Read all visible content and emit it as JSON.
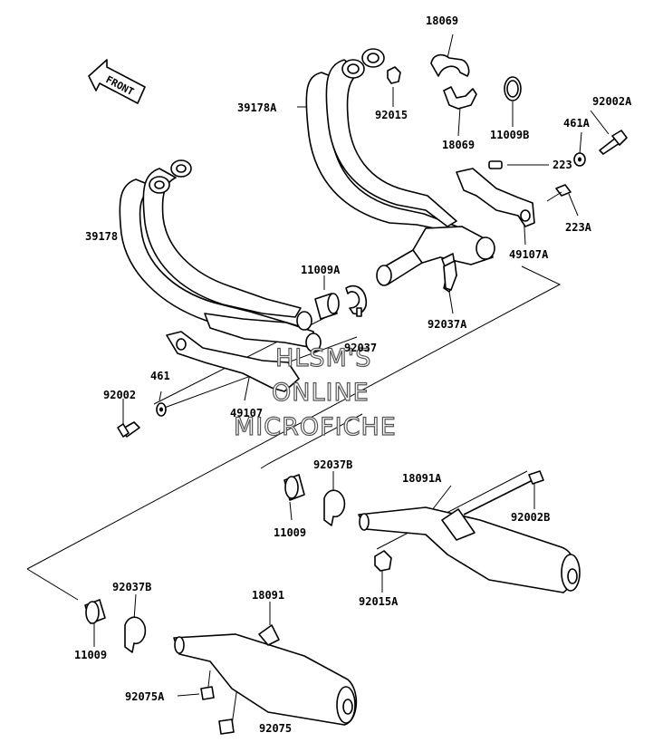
{
  "direction_label": "FRONT",
  "watermark": [
    "HLSM'S",
    "ONLINE",
    "MICROFICHE"
  ],
  "callouts": [
    {
      "id": "p18069a",
      "text": "18069"
    },
    {
      "id": "p18069b",
      "text": "18069"
    },
    {
      "id": "p39178A",
      "text": "39178A"
    },
    {
      "id": "p92015",
      "text": "92015"
    },
    {
      "id": "p11009B",
      "text": "11009B"
    },
    {
      "id": "p92002A",
      "text": "92002A"
    },
    {
      "id": "p461A",
      "text": "461A"
    },
    {
      "id": "p223",
      "text": "223"
    },
    {
      "id": "p223A",
      "text": "223A"
    },
    {
      "id": "p49107A",
      "text": "49107A"
    },
    {
      "id": "p39178",
      "text": "39178"
    },
    {
      "id": "p11009A",
      "text": "11009A"
    },
    {
      "id": "p92037A",
      "text": "92037A"
    },
    {
      "id": "p92037",
      "text": "92037"
    },
    {
      "id": "p461",
      "text": "461"
    },
    {
      "id": "p92002",
      "text": "92002"
    },
    {
      "id": "p49107",
      "text": "49107"
    },
    {
      "id": "p92037Ba",
      "text": "92037B"
    },
    {
      "id": "p18091A",
      "text": "18091A"
    },
    {
      "id": "p11009a",
      "text": "11009"
    },
    {
      "id": "p92002B",
      "text": "92002B"
    },
    {
      "id": "p92015A",
      "text": "92015A"
    },
    {
      "id": "p92037Bb",
      "text": "92037B"
    },
    {
      "id": "p18091",
      "text": "18091"
    },
    {
      "id": "p11009b",
      "text": "11009"
    },
    {
      "id": "p92075A",
      "text": "92075A"
    },
    {
      "id": "p92075",
      "text": "92075"
    }
  ]
}
